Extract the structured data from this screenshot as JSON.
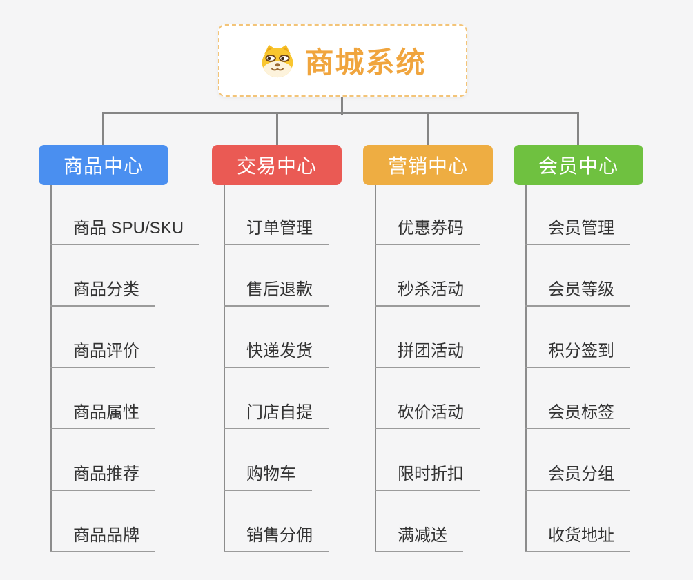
{
  "root": {
    "title": "商城系统",
    "title_color": "#f0a53e",
    "border_color": "#f3c478",
    "icon": "shiba-dog-icon"
  },
  "canvas": {
    "background": "#f5f5f6",
    "connector_color": "#858585"
  },
  "branches": [
    {
      "label": "商品中心",
      "color": "#4a8ff0",
      "children": [
        "商品 SPU/SKU",
        "商品分类",
        "商品评价",
        "商品属性",
        "商品推荐",
        "商品品牌"
      ]
    },
    {
      "label": "交易中心",
      "color": "#ea5a54",
      "children": [
        "订单管理",
        "售后退款",
        "快递发货",
        "门店自提",
        "购物车",
        "销售分佣"
      ]
    },
    {
      "label": "营销中心",
      "color": "#eead42",
      "children": [
        "优惠券码",
        "秒杀活动",
        "拼团活动",
        "砍价活动",
        "限时折扣",
        "满减送"
      ]
    },
    {
      "label": "会员中心",
      "color": "#6fc140",
      "children": [
        "会员管理",
        "会员等级",
        "积分签到",
        "会员标签",
        "会员分组",
        "收货地址"
      ]
    }
  ]
}
